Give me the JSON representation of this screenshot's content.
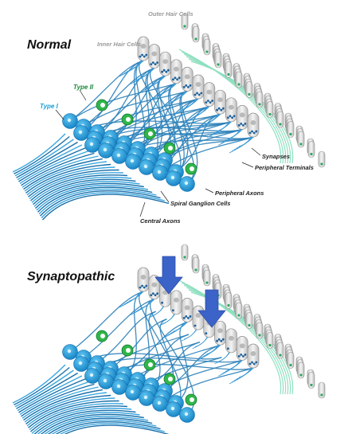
{
  "top_panel": {
    "title": "Normal",
    "labels": {
      "outer_hair_cells": "Outer Hair Cells",
      "inner_hair_cells": "Inner Hair Cells",
      "type_ii": "Type II",
      "type_i": "Type I",
      "synapses": "Synapses",
      "peripheral_terminals": "Peripheral Terminals",
      "peripheral_axons": "Peripheral Axons",
      "spiral_ganglion_cells": "Spiral Ganglion Cells",
      "central_axons": "Central Axons"
    }
  },
  "bottom_panel": {
    "title": "Synaptopathic"
  },
  "colors": {
    "nerve_blue": "#1c8fd0",
    "type1_fiber": "#2a7fb8",
    "type2_green": "#2fb54a",
    "ohc_fiber": "#8fe0c0",
    "hair_cell": "#e6e6e6",
    "arrow_blue": "#3b63c8"
  }
}
